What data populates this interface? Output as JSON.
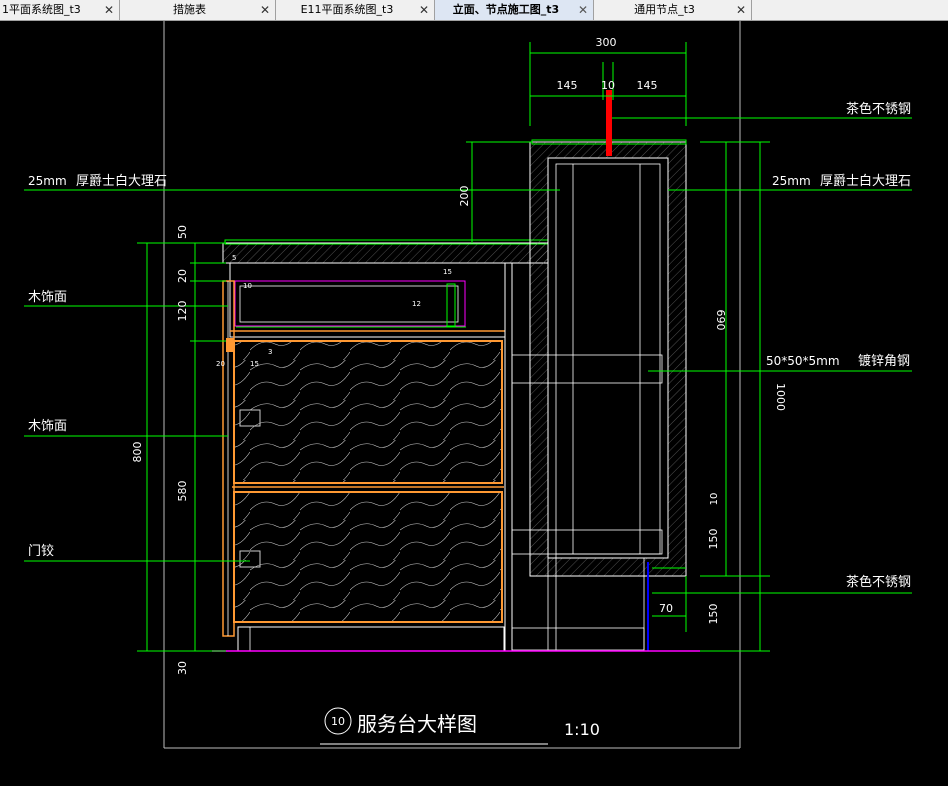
{
  "tabs": [
    {
      "label": "1平面系统图_t3",
      "active": false
    },
    {
      "label": "措施表",
      "active": false
    },
    {
      "label": "E11平面系统图_t3",
      "active": false
    },
    {
      "label": "立面、节点施工图_t3",
      "active": true
    },
    {
      "label": "通用节点_t3",
      "active": false
    }
  ],
  "close_glyph": "✕",
  "drawing": {
    "title_number": "10",
    "title": "服务台大样图",
    "scale": "1:10",
    "annotations": {
      "stone_left_size": "25mm",
      "stone_left": "厚爵士白大理石",
      "wood_upper": "木饰面",
      "wood_lower": "木饰面",
      "hinge": "门铰",
      "steel_top": "茶色不锈钢",
      "stone_right_size": "25mm",
      "stone_right": "厚爵士白大理石",
      "angle_size": "50*50*5mm",
      "angle": "镀锌角钢",
      "steel_bottom": "茶色不锈钢"
    },
    "dims": {
      "top_total": "300",
      "top_left": "145",
      "top_mid": "10",
      "top_right": "145",
      "step_200": "200",
      "left_50": "50",
      "left_20": "20",
      "left_120": "120",
      "left_580": "580",
      "left_800": "800",
      "left_30": "30",
      "right_690": "690",
      "right_1000": "1000",
      "right_10": "10",
      "right_150a": "150",
      "right_150b": "150",
      "right_70": "70",
      "small_5": "5",
      "small_10": "10",
      "small_15a": "15",
      "small_15b": "15",
      "small_20": "20",
      "small_3": "3",
      "small_12": "12"
    },
    "colors": {
      "background": "#000000",
      "dimension": "#00ff00",
      "outline": "#ffffff",
      "wood": "#ff9933",
      "magenta": "#ff00ff",
      "red": "#ff0000",
      "blue": "#0000ff"
    }
  }
}
